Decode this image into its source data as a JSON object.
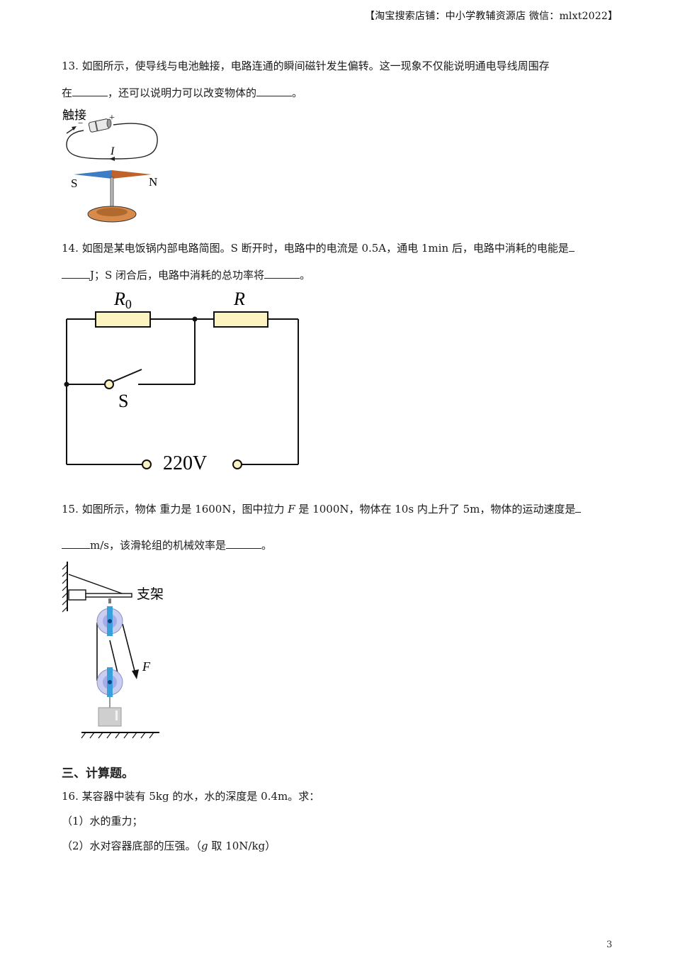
{
  "header": {
    "text": "【淘宝搜索店铺：中小学教辅资源店  微信：mlxt2022】"
  },
  "q13": {
    "line1": "13. 如图所示，使导线与电池触接，电路连通的瞬间磁针发生偏转。这一现象不仅能说明通电导线周围存",
    "line2_a": "在",
    "line2_b": "，还可以说明力可以改变物体的",
    "line2_c": "。",
    "figure": {
      "touch_label": "触接",
      "minus": "−",
      "plus": "+",
      "current_label": "I",
      "south": "S",
      "north": "N",
      "colors": {
        "needle_south": "#3f7cc6",
        "needle_north": "#c0632a",
        "base": "#d88a4a",
        "base_inner": "#b06a2e"
      }
    }
  },
  "q14": {
    "line1": "14. 如图是某电饭锅内部电路简图。S 断开时，电路中的电流是 0.5A，通电 1min 后，电路中消耗的电能是",
    "line2_a": "J；S 闭合后，电路中消耗的总功率将",
    "line2_b": "。",
    "figure": {
      "r0_label": "R",
      "r0_sub": "0",
      "r_label": "R",
      "switch_label": "S",
      "voltage_label": "220V",
      "colors": {
        "resistor_fill": "#fbf3c0",
        "terminal_fill": "#fbf3c0"
      }
    }
  },
  "q15": {
    "line1_a": "15. 如图所示，物体   重力是 1600N，图中拉力 ",
    "line1_f": "F",
    "line1_b": " 是 1000N，物体在 10s 内上升了 5m，物体的运动速度是",
    "line2_a": "m/s，该滑轮组的机械效率是",
    "line2_b": "。",
    "figure": {
      "bracket_label": "支架",
      "force_label": "F",
      "colors": {
        "pulley_outer": "#c9cdf0",
        "pulley_inner": "#8f9be0",
        "strap": "#3aa0dc",
        "block": "#cfcfcf"
      }
    }
  },
  "section3": {
    "title": "三、计算题。"
  },
  "q16": {
    "line1": "16. 某容器中装有 5kg 的水，水的深度是 0.4m。求：",
    "sub1": "（1）水的重力；",
    "sub2_a": "（2）水对容器底部的压强。（",
    "sub2_g": "g",
    "sub2_b": " 取 10N/kg）"
  },
  "footer": {
    "page_number": "3"
  }
}
